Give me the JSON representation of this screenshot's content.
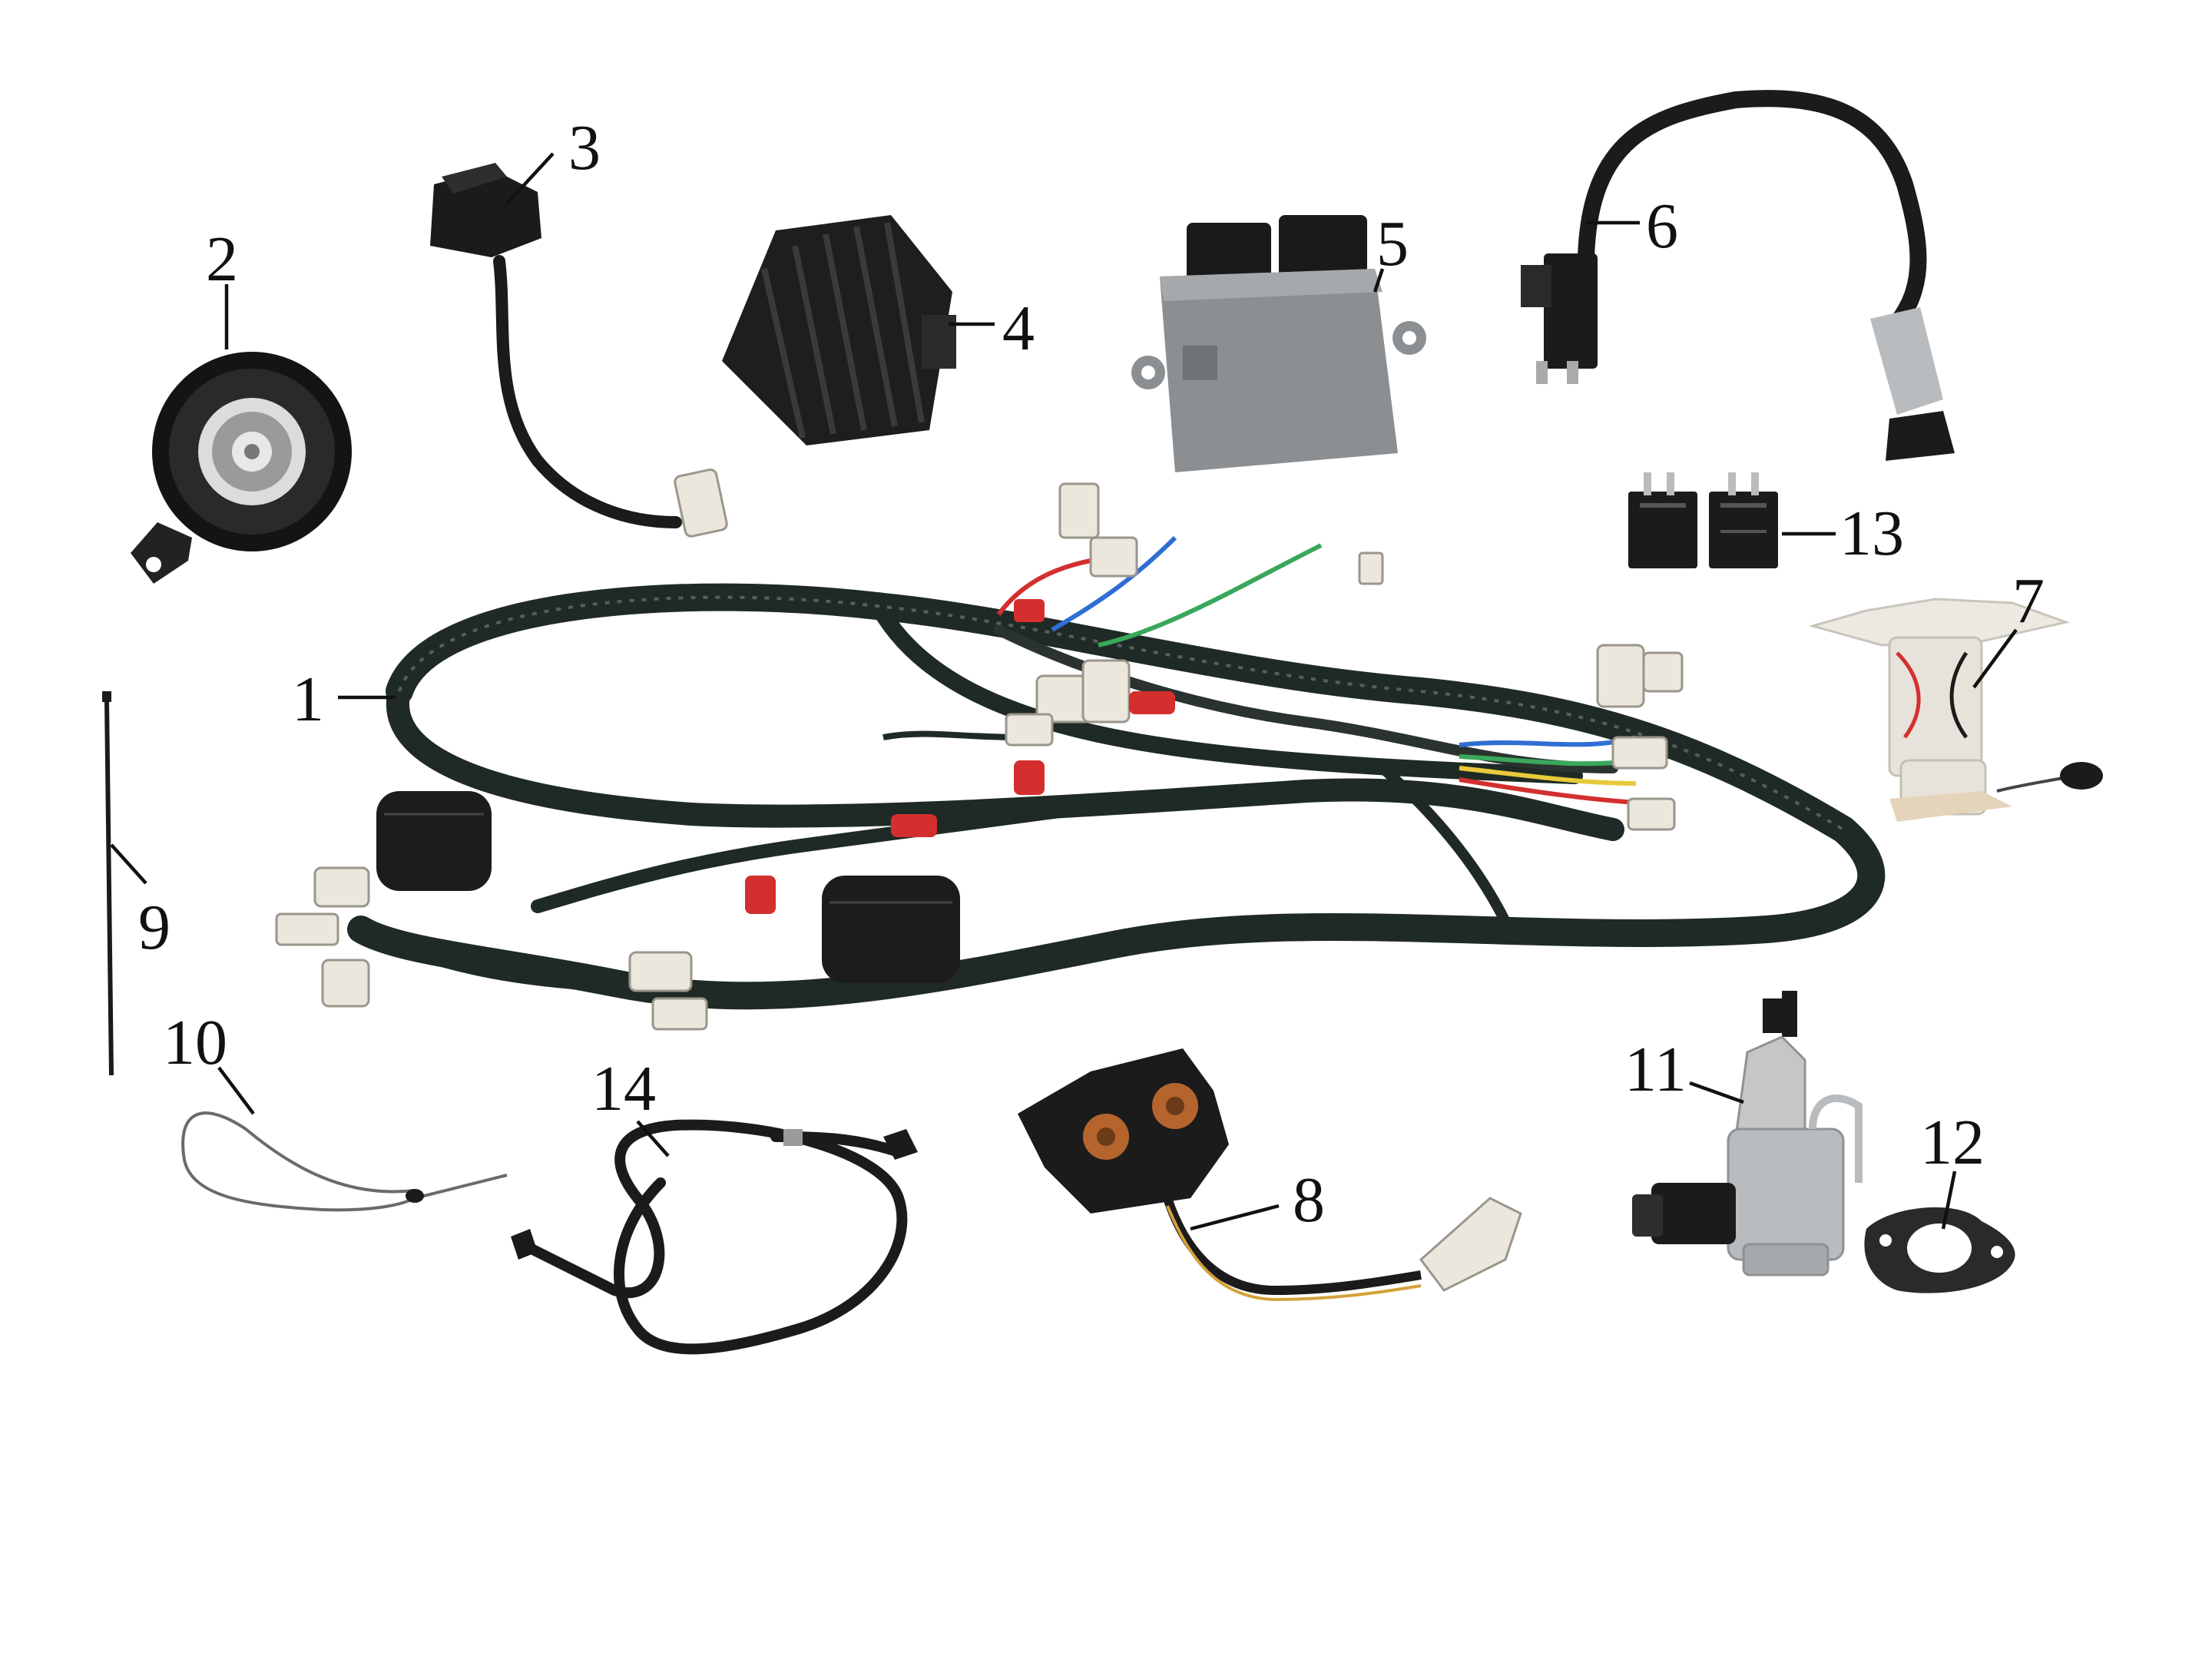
{
  "callouts": [
    "1",
    "2",
    "3",
    "4",
    "5",
    "6",
    "7",
    "8",
    "9",
    "10",
    "11",
    "12",
    "13",
    "14"
  ],
  "colors": {
    "harness": "#1f2a26",
    "part_dark": "#1c1c1c",
    "metal": "#b9bcbe",
    "connector": "#ece7dc",
    "wire_red": "#d42f2f",
    "wire_blue": "#2f6fd4",
    "wire_green": "#3aa85a",
    "wire_yellow": "#e7c93a"
  }
}
